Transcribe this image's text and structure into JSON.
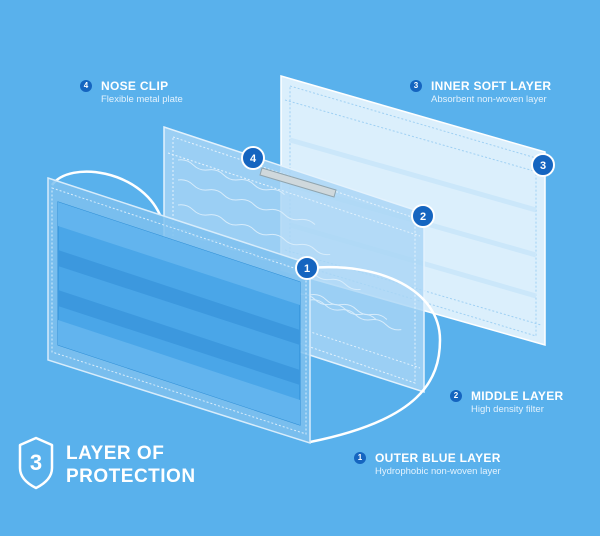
{
  "title": {
    "number": "3",
    "line1": "LAYER OF",
    "line2": "PROTECTION"
  },
  "callouts": {
    "nose_clip": {
      "badge": "4",
      "title": "NOSE CLIP",
      "sub": "Flexible metal plate"
    },
    "inner": {
      "badge": "3",
      "title": "INNER SOFT LAYER",
      "sub": "Absorbent non-woven layer"
    },
    "middle": {
      "badge": "2",
      "title": "MIDDLE LAYER",
      "sub": "High density filter"
    },
    "outer": {
      "badge": "1",
      "title": "OUTER BLUE LAYER",
      "sub": "Hydrophobic non-woven layer"
    }
  },
  "markers": {
    "m1": "1",
    "m2": "2",
    "m3": "3",
    "m4": "4"
  },
  "colors": {
    "background": "#59b1ec",
    "badge": "#1565c0",
    "outer_layer": "#4da8ea",
    "inner_layer": "#e3f3fd"
  }
}
